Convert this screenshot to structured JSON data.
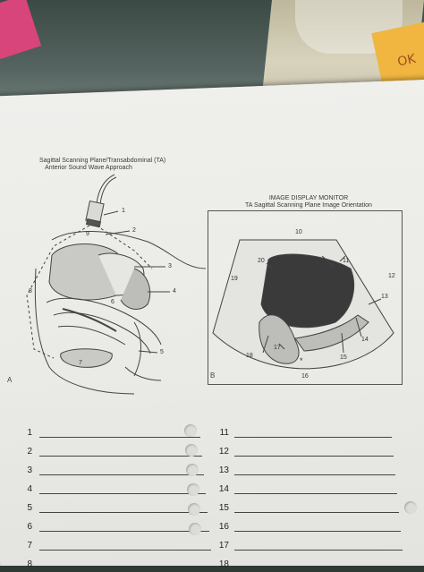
{
  "panel_a": {
    "title_line1": "Sagittal Scanning Plane/Transabdominal (TA)",
    "title_line2": "Anterior Sound Wave Approach",
    "letter": "A",
    "callouts": [
      "1",
      "2",
      "3",
      "4",
      "5",
      "6",
      "7",
      "8",
      "9"
    ]
  },
  "panel_b": {
    "title_line1": "IMAGE DISPLAY MONITOR",
    "title_line2": "TA Sagittal Scanning Plane Image Orientation",
    "letter": "B",
    "callouts": [
      "10",
      "11",
      "12",
      "13",
      "14",
      "15",
      "16",
      "17",
      "18",
      "19",
      "20"
    ],
    "marker": "*"
  },
  "sticky_note_text": "OK",
  "answer_numbers_left": [
    "1",
    "2",
    "3",
    "4",
    "5",
    "6",
    "7",
    "8"
  ],
  "answer_numbers_right": [
    "11",
    "12",
    "13",
    "14",
    "15",
    "16",
    "17",
    "18"
  ]
}
